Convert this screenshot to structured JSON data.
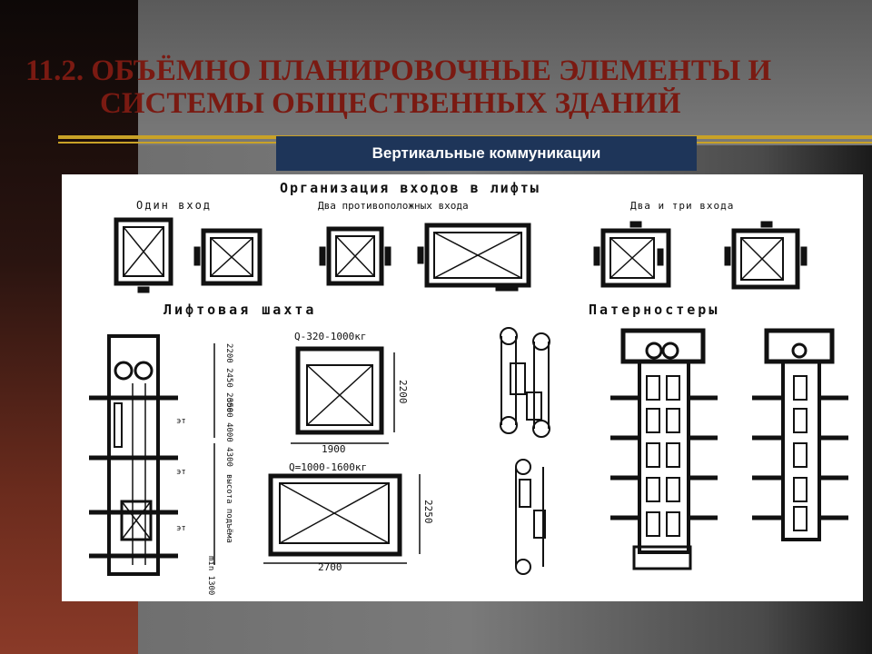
{
  "slide": {
    "title_line1": "11.2.  ОБЪЁМНО ПЛАНИРОВОЧНЫЕ ЭЛЕМЕНТЫ И",
    "title_line2": "СИСТЕМЫ ОБЩЕСТВЕННЫХ ЗДАНИЙ",
    "subtitle": "Вертикальные коммуникации",
    "colors": {
      "title": "#7a1a12",
      "subtitle_bg": "#1e3559",
      "rule": "#c9a227"
    }
  },
  "diagram": {
    "heading": "Организация входов в лифты",
    "entry_one": "Один вход",
    "entry_two_opposite": "Два противоположных входа",
    "entry_two_three": "Два и три входа",
    "shaft_title": "Лифтовая шахта",
    "paternoster_title": "Патерностеры",
    "dim_small_load": "Q-320-1000кг",
    "dim_big_load": "Q=1000-1600кг",
    "dim_1900": "1900",
    "dim_2200": "2200",
    "dim_2250": "2250",
    "dim_2700": "2700",
    "dim_vert_top": "2200 2450 2600",
    "dim_vert_mid": "3500 4000 4300",
    "dim_lift_height": "высота подъёма",
    "dim_min": "min 1300",
    "floor_mark_1": "эт",
    "floor_mark_2": "эт",
    "floor_mark_3": "эт"
  }
}
